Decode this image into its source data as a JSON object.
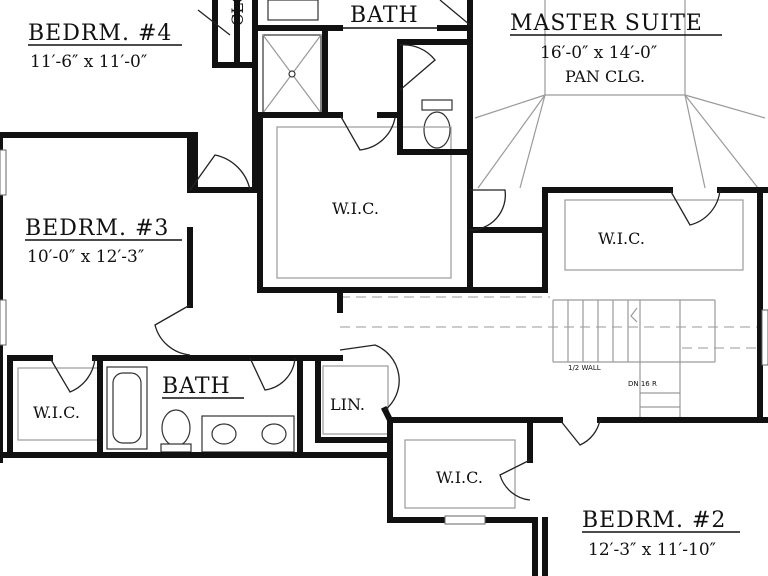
{
  "rooms": {
    "bedroom4": {
      "name": "BEDRM. #4",
      "dims": "11′-6″ x 11′-0″"
    },
    "bath_top": {
      "name": "BATH"
    },
    "master": {
      "name": "MASTER SUITE",
      "dims": "16′-0″ x 14′-0″",
      "ceiling": "PAN CLG."
    },
    "wic_center": {
      "name": "W.I.C."
    },
    "wic_master": {
      "name": "W.I.C."
    },
    "bedroom3": {
      "name": "BEDRM. #3",
      "dims": "10′-0″ x 12′-3″"
    },
    "wic_left": {
      "name": "W.I.C."
    },
    "bath_mid": {
      "name": "BATH"
    },
    "linen": {
      "name": "LIN."
    },
    "wic_bed2": {
      "name": "W.I.C."
    },
    "bedroom2": {
      "name": "BEDRM. #2",
      "dims": "12′-3″ x 11′-10″"
    },
    "closet": {
      "name": "CLO"
    }
  },
  "notes": {
    "half_wall": "1/2 WALL",
    "stairs": "DN 16 R"
  }
}
